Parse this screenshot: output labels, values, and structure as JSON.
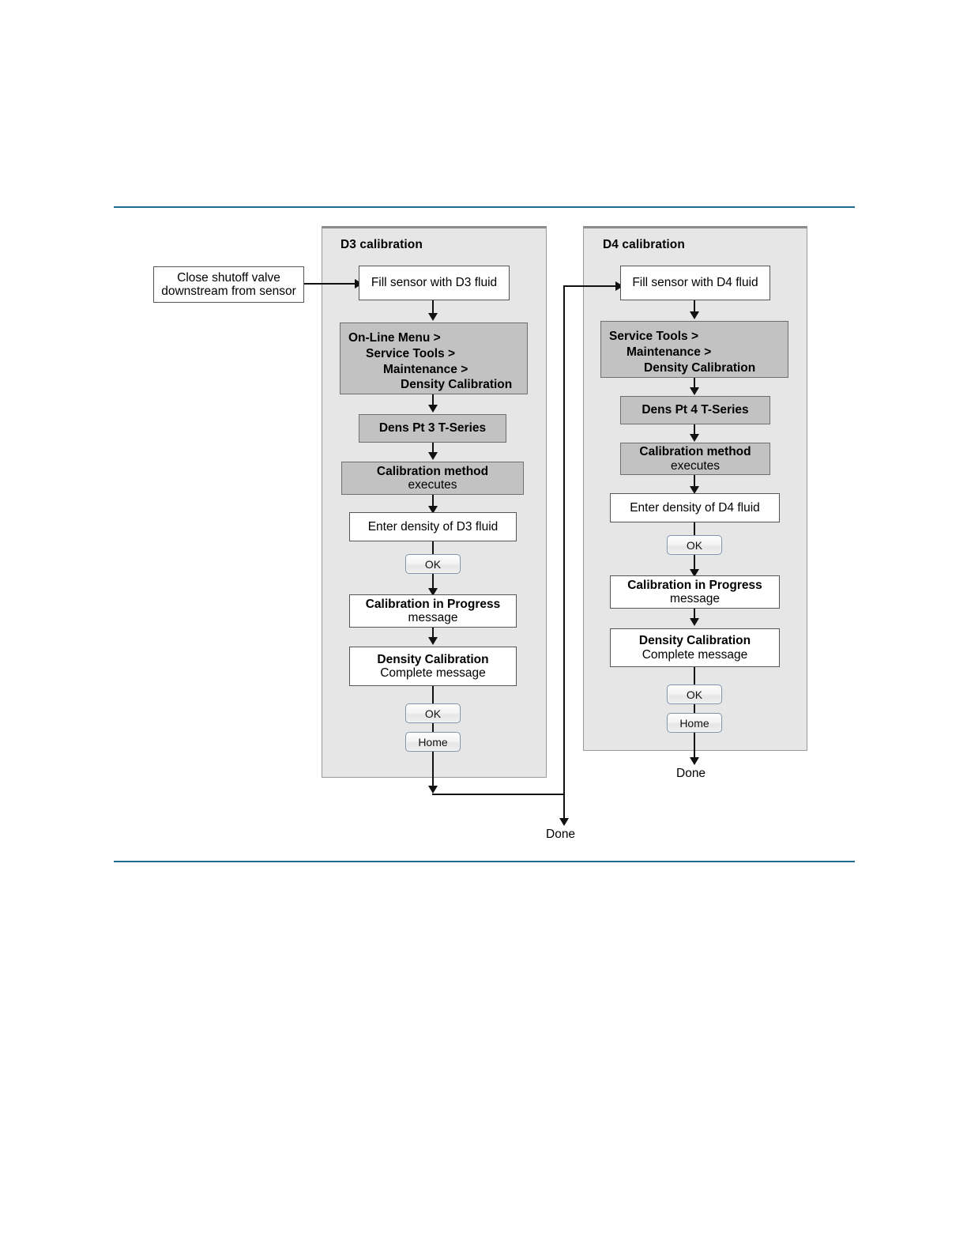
{
  "diagram": {
    "title": "Density calibration (D3 and D4) procedure flowchart",
    "colors": {
      "rule": "#1d6a92",
      "panel_fill": "#e6e6e6",
      "panel_border": "#9a9a9a",
      "gray_box_fill": "#c2c2c2",
      "gray_box_border": "#6e6e6e",
      "white_box_fill": "#ffffff",
      "white_box_border": "#555555",
      "button_border": "#7d94ab",
      "connector": "#111111"
    },
    "start": {
      "line1": "Close shutoff valve",
      "line2": "downstream from sensor"
    },
    "panels": [
      {
        "id": "d3",
        "title": "D3 calibration",
        "steps": [
          {
            "name": "fill-sensor",
            "type": "white",
            "bold": "",
            "normal": "Fill sensor with D3 fluid"
          },
          {
            "name": "menu-path",
            "type": "menu",
            "lines": [
              "On-Line Menu >",
              "Service Tools >",
              "Maintenance >",
              "Density Calibration"
            ]
          },
          {
            "name": "dens-pt",
            "type": "gray",
            "bold": "Dens Pt 3 T-Series",
            "normal": ""
          },
          {
            "name": "calibration-method",
            "type": "gray",
            "bold": "Calibration method",
            "normal": "executes"
          },
          {
            "name": "enter-density",
            "type": "white",
            "bold": "",
            "normal": "Enter density of D3 fluid"
          },
          {
            "name": "ok-button-1",
            "type": "button",
            "label": "OK"
          },
          {
            "name": "calibration-in-progress",
            "type": "white",
            "bold": "Calibration in Progress",
            "normal": "message"
          },
          {
            "name": "density-calibration-complete",
            "type": "white",
            "bold": "Density Calibration",
            "normal": "Complete message"
          },
          {
            "name": "ok-button-2",
            "type": "button",
            "label": "OK"
          },
          {
            "name": "home-button",
            "type": "button",
            "label": "Home"
          }
        ]
      },
      {
        "id": "d4",
        "title": "D4 calibration",
        "steps": [
          {
            "name": "fill-sensor",
            "type": "white",
            "bold": "",
            "normal": "Fill sensor with D4 fluid"
          },
          {
            "name": "menu-path",
            "type": "menu",
            "lines": [
              "Service Tools >",
              "Maintenance >",
              "Density Calibration"
            ]
          },
          {
            "name": "dens-pt",
            "type": "gray",
            "bold": "Dens Pt 4 T-Series",
            "normal": ""
          },
          {
            "name": "calibration-method",
            "type": "gray",
            "bold": "Calibration method",
            "normal": "executes"
          },
          {
            "name": "enter-density",
            "type": "white",
            "bold": "",
            "normal": "Enter density of D4 fluid"
          },
          {
            "name": "ok-button-1",
            "type": "button",
            "label": "OK"
          },
          {
            "name": "calibration-in-progress",
            "type": "white",
            "bold": "Calibration in Progress",
            "normal": "message"
          },
          {
            "name": "density-calibration-complete",
            "type": "white",
            "bold": "Density Calibration",
            "normal": "Complete message"
          },
          {
            "name": "ok-button-2",
            "type": "button",
            "label": "OK"
          },
          {
            "name": "home-button",
            "type": "button",
            "label": "Home"
          }
        ]
      }
    ],
    "terminators": {
      "d3_branch_done": "Done",
      "d4_done": "Done"
    }
  }
}
